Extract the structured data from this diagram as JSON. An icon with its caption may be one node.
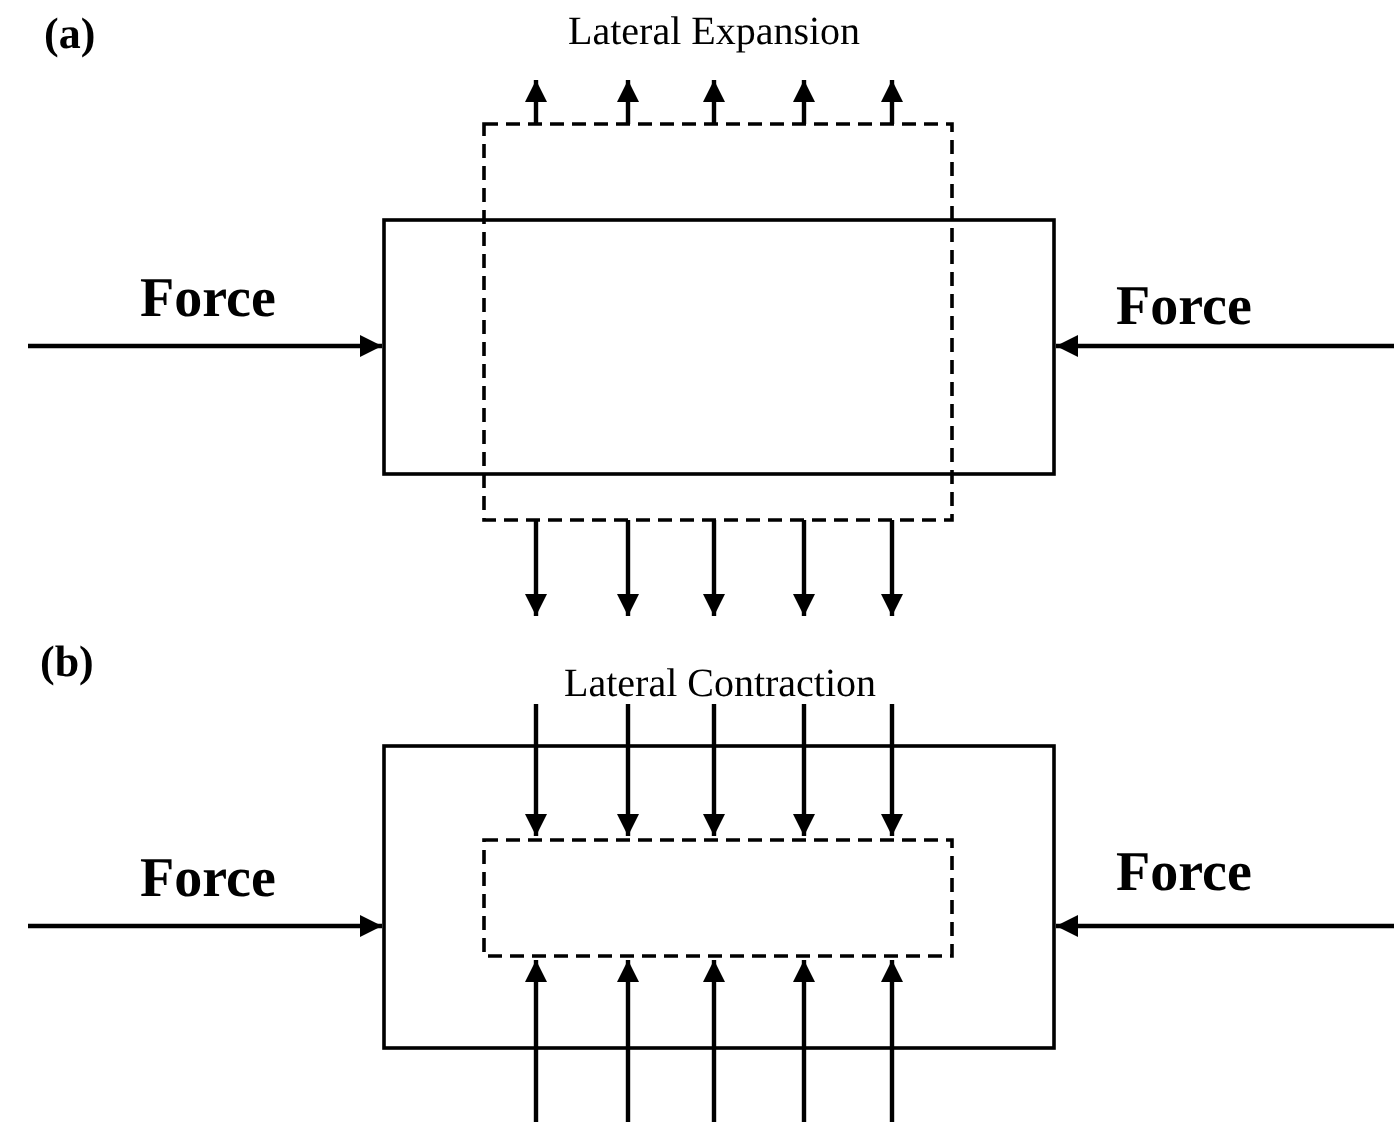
{
  "diagram": {
    "nodes": [
      {
        "text": [],
        "shape": "box"
      },
      {
        "text": [],
        "shape": "box"
      },
      {
        "text": [],
        "shape": "box"
      },
      {
        "text": [],
        "shape": "box",
        "in": 2
      }
    ],
    "labels": [
      "(a)",
      "Lateral Expansion",
      "Force",
      "Force",
      "(b)",
      "Lateral Contraction",
      "Force",
      "Force"
    ]
  }
}
